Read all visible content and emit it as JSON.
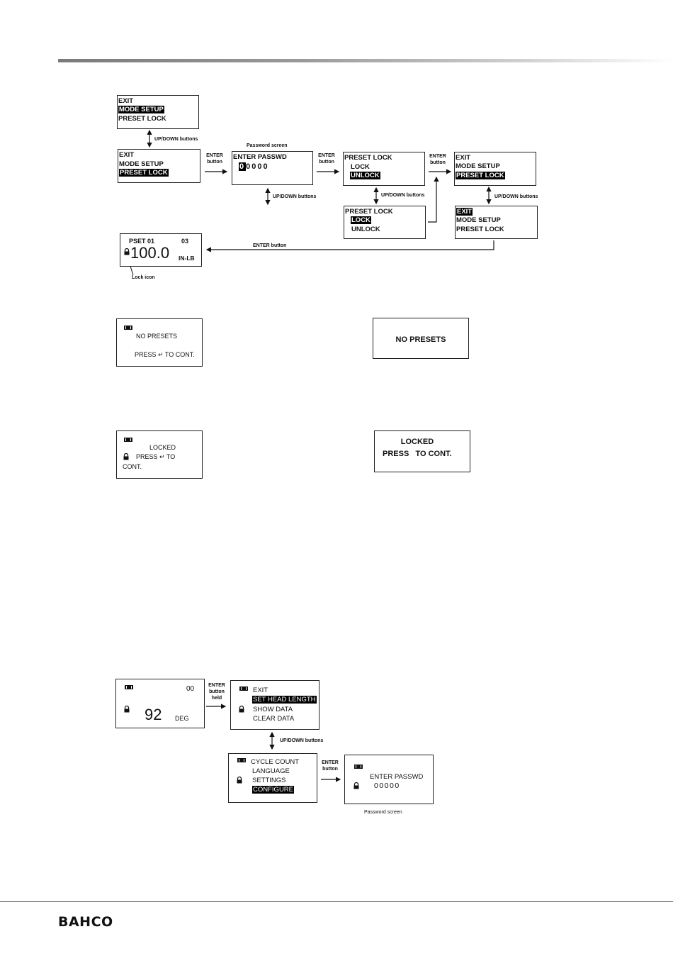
{
  "footer": {
    "brand": "BAHCO"
  },
  "diagram1": {
    "menu_a": {
      "lines": [
        "EXIT",
        "MODE SETUP",
        "PRESET LOCK"
      ]
    },
    "menu_b": {
      "lines": [
        "EXIT",
        "MODE SETUP",
        "PRESET LOCK"
      ]
    },
    "updown_label": "UP/DOWN buttons",
    "enter_label_1": "ENTER",
    "enter_label_2": "button",
    "password_caption": "Password screen",
    "password": {
      "title": "ENTER PASSWD",
      "cursor": "0",
      "digits": "0000"
    },
    "preset_unlock": {
      "title": "PRESET LOCK",
      "opt1": "LOCK",
      "opt2": "UNLOCK"
    },
    "preset_lock": {
      "title": "PRESET LOCK",
      "opt1": "LOCK",
      "opt2": "UNLOCK"
    },
    "menu_c": {
      "lines": [
        "EXIT",
        "MODE SETUP",
        "PRESET LOCK"
      ]
    },
    "menu_d": {
      "lines": [
        "EXIT",
        "MODE SETUP",
        "PRESET LOCK"
      ]
    },
    "enter_button_long": "ENTER button",
    "main": {
      "pset": "PSET 01",
      "num": "03",
      "value": "100.0",
      "unit": "IN-LB"
    },
    "lock_icon_label": "Lock icon"
  },
  "no_presets": {
    "left": {
      "msg": "NO PRESETS",
      "press": "PRESS",
      "enter_sym": "↵",
      "cont": "TO CONT."
    },
    "right": {
      "msg": "NO PRESETS"
    }
  },
  "locked": {
    "left": {
      "msg": "LOCKED",
      "press": "PRESS",
      "enter_sym": "↵",
      "to": "TO",
      "cont": "CONT."
    },
    "right": {
      "line1": "LOCKED",
      "line2": "PRESS   TO CONT."
    }
  },
  "diagram2": {
    "main": {
      "num": "00",
      "value": "92",
      "unit": "DEG"
    },
    "enter_held": [
      "ENTER",
      "button",
      "held"
    ],
    "menu1": [
      "EXIT",
      "SET HEAD LENGTH",
      "SHOW DATA",
      "CLEAR DATA"
    ],
    "updown_label": "UP/DOWN buttons",
    "menu2": [
      "CYCLE COUNT",
      "LANGUAGE",
      "SETTINGS",
      "CONFIGURE"
    ],
    "enter_label": [
      "ENTER",
      "button"
    ],
    "password": {
      "title": "ENTER PASSWD",
      "digits": "00000"
    },
    "password_caption": "Password screen"
  }
}
